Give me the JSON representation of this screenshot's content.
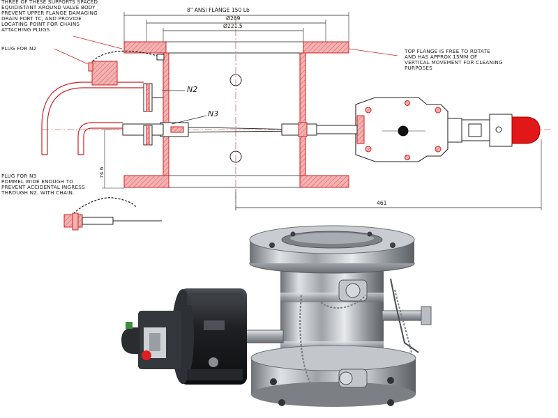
{
  "notes": {
    "supports": "THREE OF THESE SUPPORTS SPACED\nEQUIDISTANT AROUND VALVE BODY\nPREVENT UPPER FLANGE DAMAGING\nDRAIN PORT TC, AND PROVIDE\nLOCATING POINT FOR CHAINS\nATTACHING PLUGS",
    "plug_n2": "PLUG FOR N2",
    "plug_n3": "PLUG FOR N3\nPOMMEL WIDE ENOUGH TO\nPREVENT ACCIDENTAL INGRESS\nTHROUGH N2. WITH CHAIN.",
    "top_flange": "TOP FLANGE IS FREE TO ROTATE\nAND HAS APPROX 15MM OF\nVERTICAL MOVEMENT FOR CLEANING\nPURPOSES"
  },
  "dimensions": {
    "flange": "8\" ANSI FLANGE 150 Lb",
    "d269": "Ø269",
    "d221": "Ø221.5",
    "h746": "74.6",
    "w461": "461"
  },
  "tags": {
    "n2": "N2",
    "n3": "N3"
  },
  "colors": {
    "section_fill": "#f0a0a0",
    "section_stroke": "#cc2222",
    "line": "#222222",
    "leader": "#cc2222",
    "steel": "#b8bcc0",
    "actuator": "#2b2d30"
  }
}
